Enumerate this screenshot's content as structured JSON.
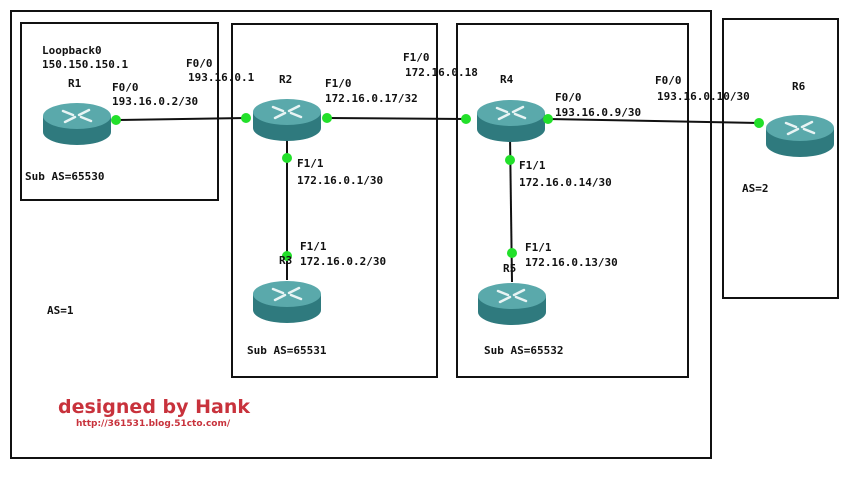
{
  "areas": {
    "as1": "AS=1",
    "as2": "AS=2",
    "sub1": "Sub AS=65530",
    "sub2": "Sub AS=65531",
    "sub3": "Sub AS=65532"
  },
  "routers": {
    "r1": "R1",
    "r2": "R2",
    "r3": "R3",
    "r4": "R4",
    "r5": "R5",
    "r6": "R6"
  },
  "r1": {
    "lo_name": "Loopback0",
    "lo_ip": "150.150.150.1",
    "if": "F0/0",
    "ip": "193.16.0.2/30"
  },
  "r2": {
    "f00": "F0/0",
    "f00_ip": "193.16.0.1",
    "f10": "F1/0",
    "f10_ip": "172.16.0.17/32",
    "f11": "F1/1",
    "f11_ip": "172.16.0.1/30"
  },
  "r3": {
    "f11": "F1/1",
    "f11_ip": "172.16.0.2/30"
  },
  "r4": {
    "f10": "F1/0",
    "f10_ip": "172.16.0.18",
    "f00": "F0/0",
    "f00_ip": "193.16.0.9/30",
    "f11": "F1/1",
    "f11_ip": "172.16.0.14/30"
  },
  "r5": {
    "f11": "F1/1",
    "f11_ip": "172.16.0.13/30"
  },
  "r6": {
    "f00": "F0/0",
    "f00_ip": "193.16.0.10/30"
  },
  "footer": {
    "designer": "designed by Hank",
    "url": "http://361531.blog.51cto.com/"
  },
  "colors": {
    "router": "#3f8f92",
    "link_dot": "#22e02a",
    "brand": "#c8323c"
  }
}
